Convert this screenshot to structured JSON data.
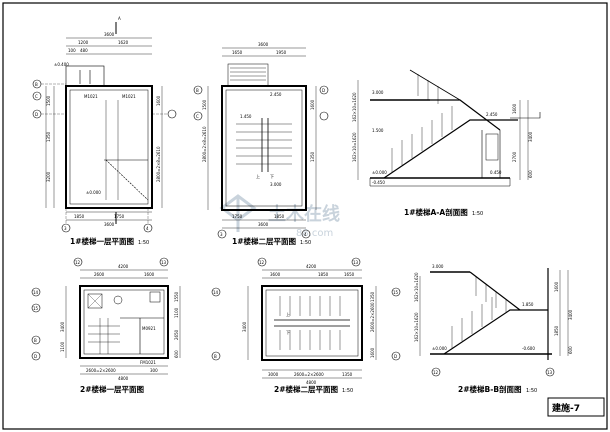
{
  "sheet": {
    "number": "建施-7"
  },
  "watermark": {
    "text": "土木在线",
    "sub": "88.com"
  },
  "scale_label": "1:50",
  "drawings": {
    "p1": {
      "title": "1#楼梯一层平面图",
      "dims_top": [
        "3600",
        "1200",
        "1620",
        "100",
        "480"
      ],
      "dims_bottom": [
        "1850",
        "1750",
        "3600"
      ],
      "dims_left": [
        "1500",
        "1350",
        "3200"
      ],
      "dims_right": [
        "2800=2×8=2610",
        "1600"
      ],
      "axes": [
        "B",
        "C",
        "D",
        "3",
        "4"
      ],
      "notes": [
        "±0.400",
        "±0.000",
        "M1021",
        "M1021",
        "A"
      ]
    },
    "p2": {
      "title": "1#楼梯二层平面图",
      "dims_top": [
        "3600",
        "1650",
        "1950"
      ],
      "dims_bottom": [
        "1750",
        "1850",
        "3600"
      ],
      "dims_left": [
        "1500",
        "2800=2×8=2610"
      ],
      "dims_right": [
        "1600",
        "1350"
      ],
      "axes": [
        "B",
        "C",
        "D",
        "3",
        "4"
      ],
      "notes": [
        "2.450",
        "1.450",
        "3.000",
        "上",
        "下"
      ]
    },
    "s1": {
      "title": "1#楼梯A-A剖面图",
      "dims_right": [
        "1600",
        "3400",
        "2700",
        "600"
      ],
      "dims_left": [
        "162×10=1620",
        "162×10=1620"
      ],
      "levels": [
        "3.000",
        "1.500",
        "2.450",
        "±0.000",
        "0.450",
        "-0.450"
      ]
    },
    "p3": {
      "title": "2#楼梯一层平面图",
      "dims_top": [
        "4200",
        "2600",
        "1600"
      ],
      "dims_bottom": [
        "4800",
        "2600=2×2600",
        "300"
      ],
      "dims_left": [
        "3400",
        "1100"
      ],
      "dims_right": [
        "1550",
        "1100",
        "2650",
        "600"
      ],
      "axes": [
        "12",
        "13",
        "14",
        "15",
        "B",
        "D"
      ],
      "notes": [
        "M0921",
        "FM1021"
      ]
    },
    "p4": {
      "title": "2#楼梯二层平面图",
      "dims_top": [
        "4200",
        "3600",
        "1850",
        "1650"
      ],
      "dims_bottom": [
        "3000",
        "2600=2×2600",
        "1350",
        "4800"
      ],
      "dims_left": [
        "3400"
      ],
      "dims_right": [
        "1350",
        "2600=2×2600",
        "1600"
      ],
      "axes": [
        "12",
        "13",
        "14",
        "15",
        "B",
        "D"
      ],
      "notes": [
        "上",
        "下"
      ]
    },
    "s2": {
      "title": "2#楼梯B-B剖面图",
      "dims_right": [
        "1600",
        "3400",
        "1850",
        "600"
      ],
      "dims_left": [
        "162×10=1620",
        "162×10=1620"
      ],
      "levels": [
        "3.000",
        "1.850",
        "±0.000",
        "-0.600"
      ],
      "axes": [
        "12",
        "13"
      ]
    }
  }
}
